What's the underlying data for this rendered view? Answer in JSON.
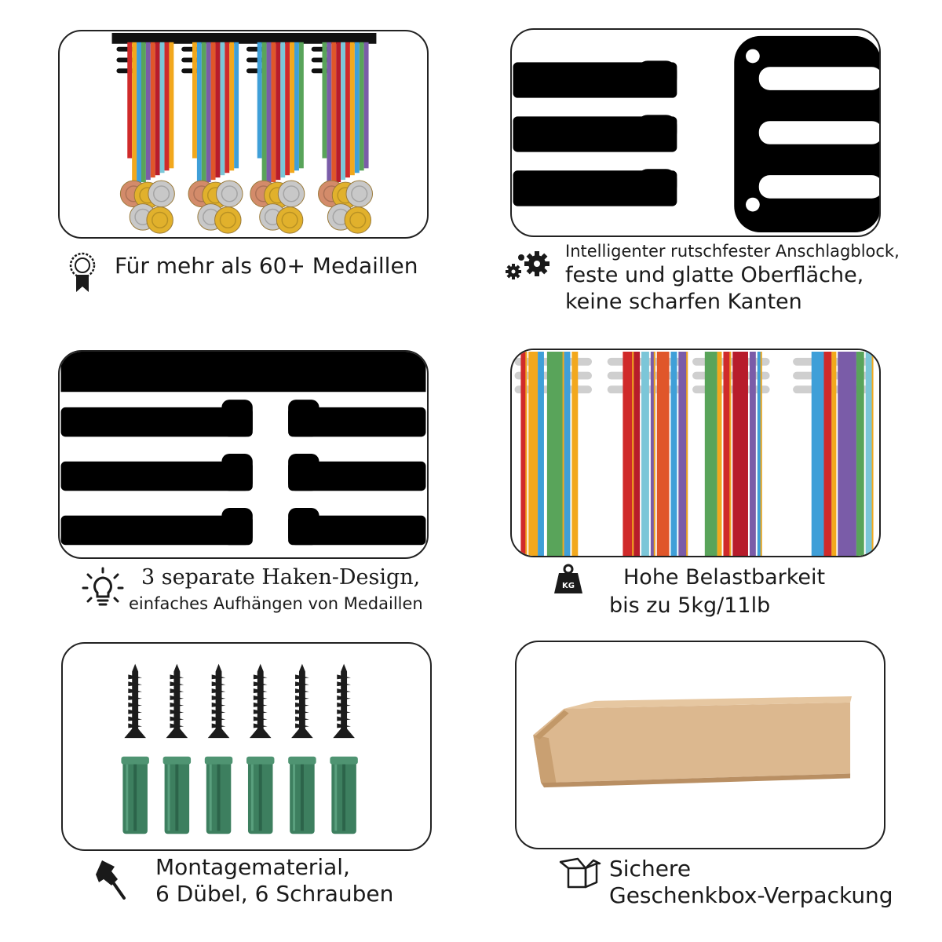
{
  "colors": {
    "stroke": "#1a1a1a",
    "ribbon": [
      "#d02a2a",
      "#f2a81d",
      "#3f9fd8",
      "#59a45a",
      "#7a5ca8",
      "#e0562a",
      "#b71c2b",
      "#7bc6d8"
    ],
    "gold": "#e1b12c",
    "silver": "#c8c8c8",
    "bronze": "#d38b6a",
    "box": "#d9b48b",
    "anchor": "#3d7f5f",
    "screw": "#1c1c1c"
  },
  "icons": {
    "medal": "award-ribbon-icon",
    "gears": "gears-icon",
    "bulb": "light-bulb-icon",
    "weight": "weight-kg-icon",
    "pin": "push-pin-icon",
    "box": "open-box-icon"
  },
  "features": {
    "medals": {
      "text": "Für mehr als 60+ Medaillen"
    },
    "stopblock": {
      "line1": "Intelligenter rutschfester Anschlagblock,",
      "line2": "feste und glatte Oberfläche,",
      "line3": "keine scharfen Kanten"
    },
    "hooks": {
      "line1": "3 separate Haken-Design,",
      "line2": "einfaches Aufhängen von Medaillen"
    },
    "load": {
      "line1": "Hohe Belastbarkeit",
      "line2": "bis zu 5kg/11lb",
      "weight_label": "KG"
    },
    "mounting": {
      "line1": "Montagematerial,",
      "line2": "6 Dübel, 6 Schrauben"
    },
    "packaging": {
      "line1": "Sichere",
      "line2": "Geschenkbox-Verpackung"
    }
  }
}
